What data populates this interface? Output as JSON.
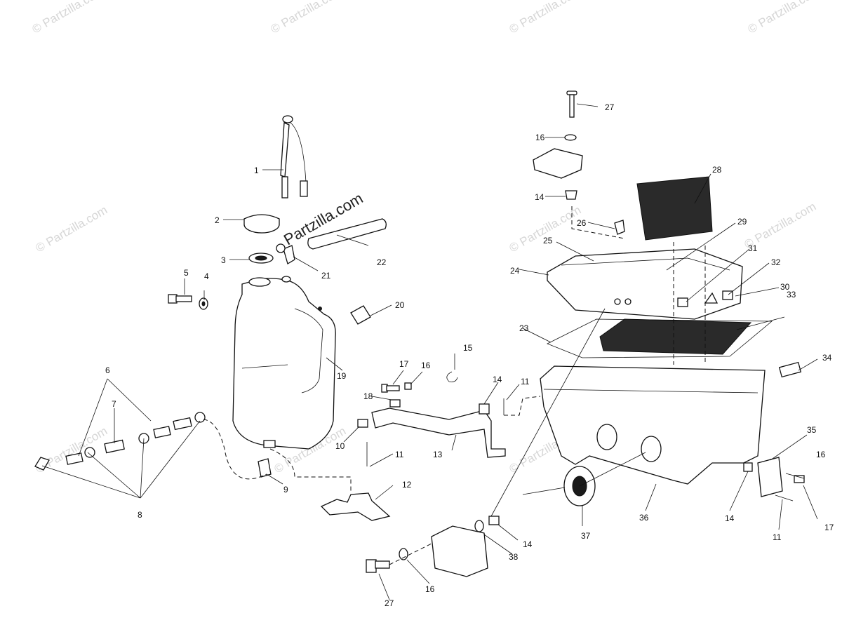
{
  "watermark": {
    "corner_text": "© Partzilla.com",
    "main_text": "Partzilla.com"
  },
  "callouts": [
    {
      "id": "c1",
      "text": "1"
    },
    {
      "id": "c2",
      "text": "2"
    },
    {
      "id": "c3",
      "text": "3"
    },
    {
      "id": "c4",
      "text": "4"
    },
    {
      "id": "c5",
      "text": "5"
    },
    {
      "id": "c6",
      "text": "6"
    },
    {
      "id": "c7",
      "text": "7"
    },
    {
      "id": "c8",
      "text": "8"
    },
    {
      "id": "c9",
      "text": "9"
    },
    {
      "id": "c10",
      "text": "10"
    },
    {
      "id": "c11a",
      "text": "11"
    },
    {
      "id": "c11b",
      "text": "11"
    },
    {
      "id": "c11c",
      "text": "11"
    },
    {
      "id": "c12",
      "text": "12"
    },
    {
      "id": "c13",
      "text": "13"
    },
    {
      "id": "c14a",
      "text": "14"
    },
    {
      "id": "c14b",
      "text": "14"
    },
    {
      "id": "c14c",
      "text": "14"
    },
    {
      "id": "c14d",
      "text": "14"
    },
    {
      "id": "c15",
      "text": "15"
    },
    {
      "id": "c16a",
      "text": "16"
    },
    {
      "id": "c16b",
      "text": "16"
    },
    {
      "id": "c16c",
      "text": "16"
    },
    {
      "id": "c16d",
      "text": "16"
    },
    {
      "id": "c17a",
      "text": "17"
    },
    {
      "id": "c17b",
      "text": "17"
    },
    {
      "id": "c18",
      "text": "18"
    },
    {
      "id": "c19",
      "text": "19"
    },
    {
      "id": "c20",
      "text": "20"
    },
    {
      "id": "c21",
      "text": "21"
    },
    {
      "id": "c22",
      "text": "22"
    },
    {
      "id": "c23",
      "text": "23"
    },
    {
      "id": "c24",
      "text": "24"
    },
    {
      "id": "c25",
      "text": "25"
    },
    {
      "id": "c26",
      "text": "26"
    },
    {
      "id": "c27a",
      "text": "27"
    },
    {
      "id": "c27b",
      "text": "27"
    },
    {
      "id": "c28",
      "text": "28"
    },
    {
      "id": "c29",
      "text": "29"
    },
    {
      "id": "c30",
      "text": "30"
    },
    {
      "id": "c31",
      "text": "31"
    },
    {
      "id": "c32",
      "text": "32"
    },
    {
      "id": "c33",
      "text": "33"
    },
    {
      "id": "c34",
      "text": "34"
    },
    {
      "id": "c35",
      "text": "35"
    },
    {
      "id": "c36",
      "text": "36"
    },
    {
      "id": "c37",
      "text": "37"
    },
    {
      "id": "c38",
      "text": "38"
    }
  ]
}
